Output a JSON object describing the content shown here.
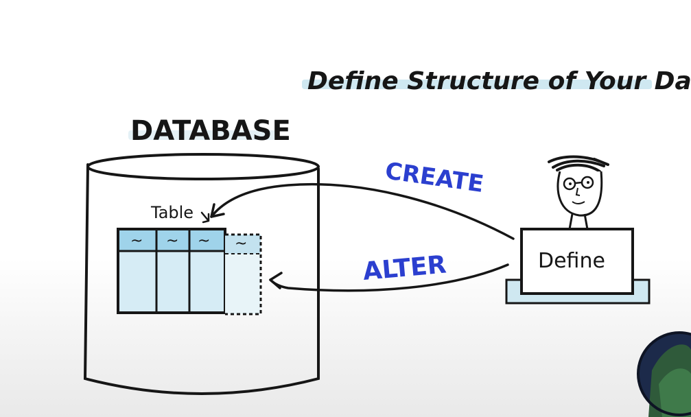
{
  "diagram": {
    "title": "Define Structure of Your Data",
    "database_label": "DATABASE",
    "table_label": "Table",
    "column_marks": [
      "~",
      "~",
      "~",
      "~"
    ],
    "arrow_create_label": "CREATE",
    "arrow_alter_label": "ALTER",
    "laptop_label": "Define"
  },
  "colors": {
    "ink": "#161616",
    "accent_blue": "#2b3fcf",
    "highlight": "#cfe8f1",
    "table_header": "#9fd3ea",
    "table_body": "#d6ecf5"
  }
}
